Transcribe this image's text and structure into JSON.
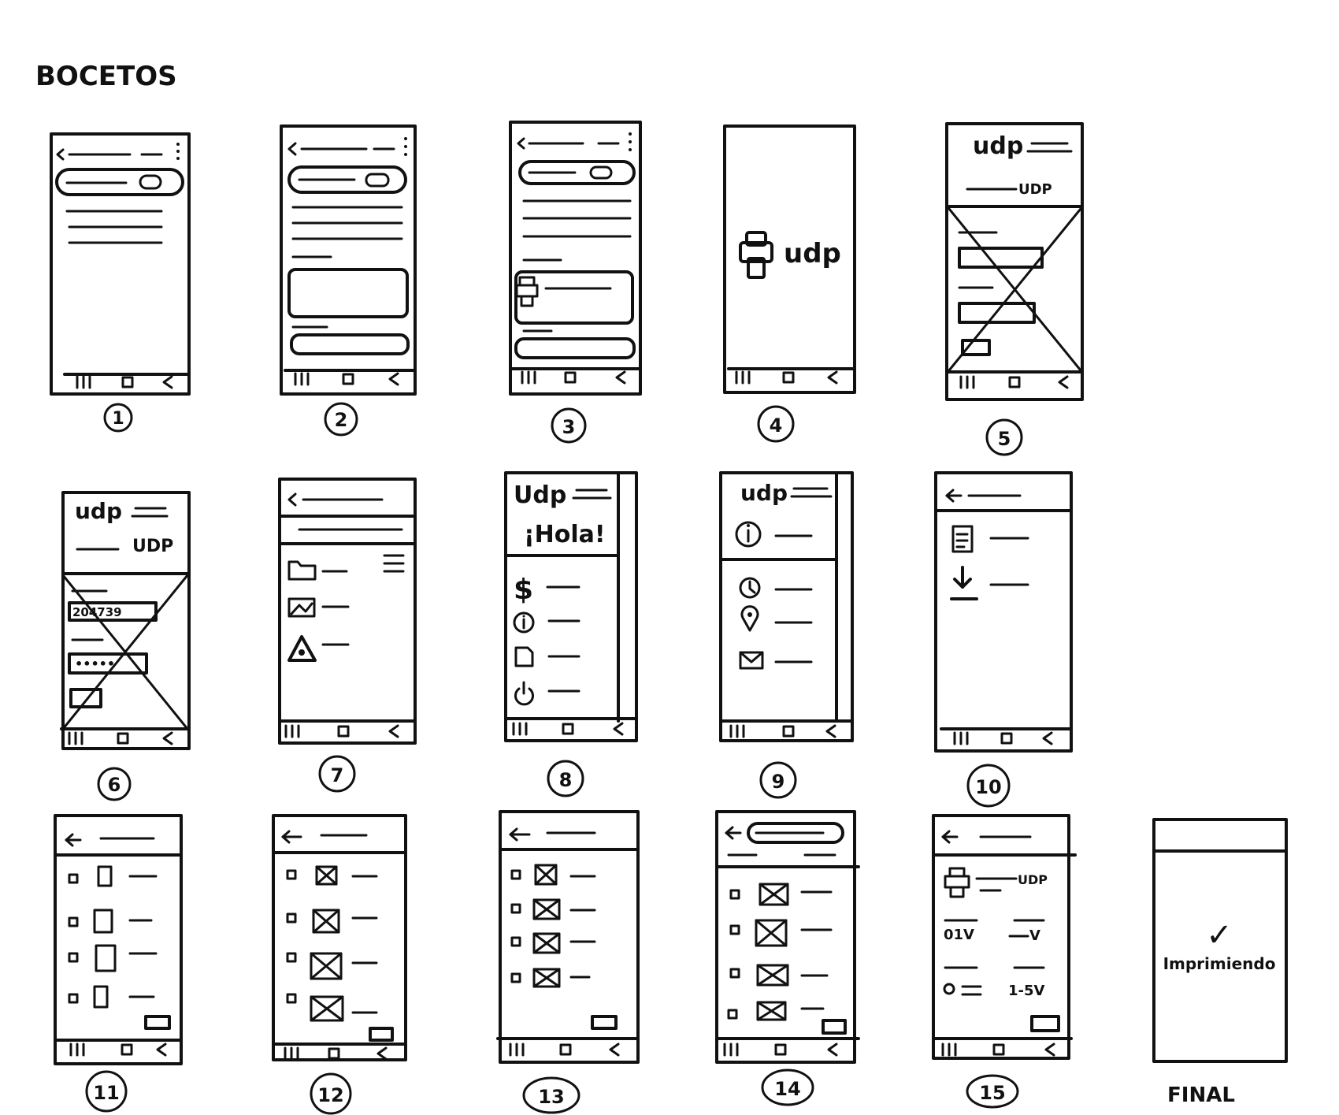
{
  "title": "BOCETOS",
  "screens": [
    {
      "number": "1",
      "texts": []
    },
    {
      "number": "2",
      "texts": []
    },
    {
      "number": "3",
      "texts": []
    },
    {
      "number": "4",
      "texts": [
        "udp"
      ]
    },
    {
      "number": "5",
      "texts": [
        "udp",
        "UDP"
      ]
    },
    {
      "number": "6",
      "texts": [
        "udp",
        "UDP",
        "204739",
        "•••••"
      ]
    },
    {
      "number": "7",
      "texts": []
    },
    {
      "number": "8",
      "texts": [
        "Udp",
        "¡Hola!",
        "$"
      ]
    },
    {
      "number": "9",
      "texts": [
        "udp"
      ]
    },
    {
      "number": "10",
      "texts": []
    },
    {
      "number": "11",
      "texts": []
    },
    {
      "number": "12",
      "texts": []
    },
    {
      "number": "13",
      "texts": []
    },
    {
      "number": "14",
      "texts": []
    },
    {
      "number": "15",
      "texts": [
        "UDP",
        "01V",
        "V",
        "1-5V"
      ]
    },
    {
      "number": "FINAL",
      "texts": [
        "✓",
        "Imprimiendo"
      ]
    }
  ],
  "icons": {
    "nav_bar": [
      "menu-icon",
      "home-icon",
      "back-icon"
    ],
    "screen7": [
      "folder-icon",
      "image-icon",
      "drive-icon",
      "hamburger-icon"
    ],
    "screen8": [
      "dollar-icon",
      "info-icon",
      "document-icon",
      "power-icon"
    ],
    "screen9": [
      "info-icon",
      "clock-icon",
      "location-icon",
      "mail-icon"
    ],
    "screen10": [
      "document-icon",
      "download-icon"
    ],
    "screen4": [
      "printer-icon"
    ],
    "screen15": [
      "printer-icon"
    ]
  }
}
